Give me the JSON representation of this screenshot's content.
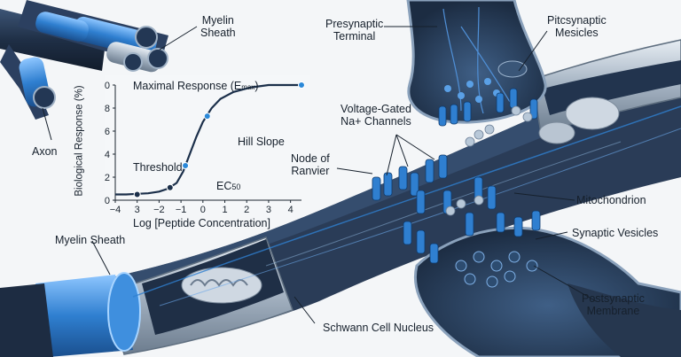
{
  "labels": {
    "myelin_sheath_top_1": "Myelin",
    "myelin_sheath_top_2": "Sheath",
    "axon": "Axon",
    "presynaptic_1": "Presynaptic",
    "presynaptic_2": "Terminal",
    "mesicles_1": "Pitcsynaptic",
    "mesicles_2": "Mesicles",
    "voltage_1": "Voltage-Gated",
    "voltage_2": "Na+ Channels",
    "ranvier_1": "Node of",
    "ranvier_2": "Ranvier",
    "mitochondrion": "Mitochondrion",
    "synaptic_vesicles": "Synaptic Vesicles",
    "myelin_sheath_left": "Myelin Sheath",
    "schwann": "Schwann Cell Nucleus",
    "postsynaptic_1": "Postsynaptic",
    "postsynaptic_2": "Membrane"
  },
  "chart_data": {
    "type": "line",
    "title": "Maximal Response (E",
    "title_sub": "max",
    "title_tail": ")",
    "xlabel": "Log [Peptide Concentration]",
    "ylabel": "Biological Response (%)",
    "xlim": [
      -4,
      4.5
    ],
    "ylim": [
      0,
      100
    ],
    "xticks": [
      -4,
      -3,
      -2,
      -1,
      0,
      1,
      2,
      3,
      4
    ],
    "yticks": [
      0,
      2,
      4,
      6,
      8,
      0
    ],
    "tick_labels_x": [
      "−4",
      "3",
      "−2",
      "−1",
      "0",
      "1",
      "2",
      "3",
      "4"
    ],
    "tick_labels_y": [
      "0",
      "2",
      "4",
      "6",
      "8",
      "0"
    ],
    "series": [
      {
        "points": [
          [
            -4,
            5
          ],
          [
            -3.5,
            5
          ],
          [
            -3,
            5.5
          ],
          [
            -2.5,
            6
          ],
          [
            -2,
            7.5
          ],
          [
            -1.6,
            10
          ],
          [
            -1.2,
            15
          ],
          [
            -0.9,
            25
          ],
          [
            -0.6,
            40
          ],
          [
            -0.3,
            55
          ],
          [
            0,
            68
          ],
          [
            0.4,
            80
          ],
          [
            0.8,
            88
          ],
          [
            1.4,
            94
          ],
          [
            2.2,
            98
          ],
          [
            3,
            100
          ],
          [
            4,
            100
          ],
          [
            4.5,
            100
          ]
        ],
        "markers": [
          [
            -3,
            5
          ],
          [
            -1.5,
            11
          ],
          [
            -0.8,
            30
          ],
          [
            0.2,
            73
          ],
          [
            4.5,
            100
          ]
        ]
      }
    ],
    "annotations": {
      "threshold": "Threshold",
      "ec50": "EC",
      "ec50_sub": "50",
      "hill": "Hill Slope"
    }
  },
  "colors": {
    "axon_dark": "#24334a",
    "myelin_blue": "#2f7fd0",
    "curve": "#1b2f4a",
    "marker": "#2a88d8"
  }
}
